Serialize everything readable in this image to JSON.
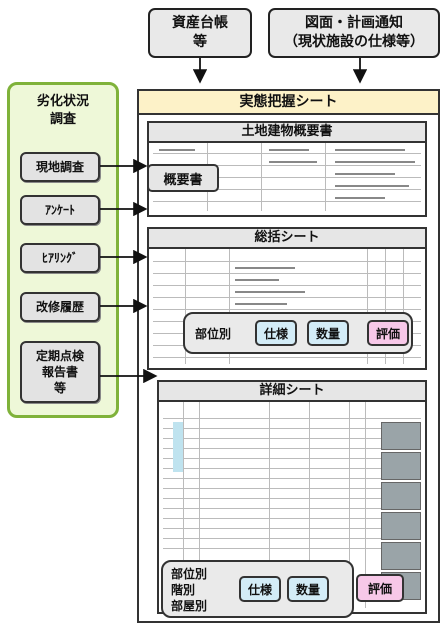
{
  "sources": {
    "asset_ledger": {
      "line1": "資産台帳",
      "line2": "等"
    },
    "drawings": {
      "line1": "図面・計画通知",
      "line2": "（現状施設の仕様等）"
    }
  },
  "left_panel": {
    "title_line1": "劣化状況",
    "title_line2": "調査",
    "items": [
      {
        "line1": "現地調査"
      },
      {
        "line1": "ｱﾝｹｰﾄ"
      },
      {
        "line1": "ﾋｱﾘﾝｸﾞ"
      },
      {
        "line1": "改修履歴"
      },
      {
        "line1": "定期点検",
        "line2": "報告書",
        "line3": "等"
      }
    ]
  },
  "main": {
    "banner": "実態把握シート",
    "sheet1": {
      "title": "土地建物概要書",
      "callout": "概要書"
    },
    "sheet2": {
      "title": "総括シート",
      "label": "部位別",
      "chip1": "仕様",
      "chip2": "数量",
      "chip3": "評価"
    },
    "sheet3": {
      "title": "詳細シート",
      "label1": "部位別",
      "label2": "階別",
      "label3": "部屋別",
      "chip1": "仕様",
      "chip2": "数量",
      "chip3": "評価"
    }
  }
}
